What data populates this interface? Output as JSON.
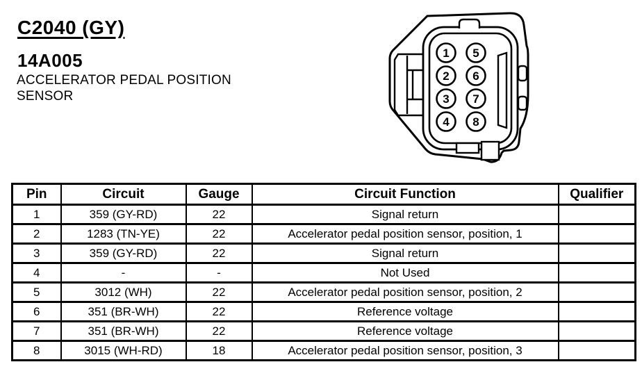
{
  "header": {
    "connector_id": "C2040 (GY)",
    "part_number": "14A005",
    "description_line1": "ACCELERATOR PEDAL POSITION",
    "description_line2": "SENSOR"
  },
  "connector": {
    "pin_count": 8,
    "pins": [
      "1",
      "2",
      "3",
      "4",
      "5",
      "6",
      "7",
      "8"
    ]
  },
  "table": {
    "columns": [
      "Pin",
      "Circuit",
      "Gauge",
      "Circuit Function",
      "Qualifier"
    ],
    "rows": [
      {
        "pin": "1",
        "circuit": "359 (GY-RD)",
        "gauge": "22",
        "function": "Signal return",
        "qualifier": ""
      },
      {
        "pin": "2",
        "circuit": "1283 (TN-YE)",
        "gauge": "22",
        "function": "Accelerator pedal position sensor, position, 1",
        "qualifier": ""
      },
      {
        "pin": "3",
        "circuit": "359 (GY-RD)",
        "gauge": "22",
        "function": "Signal return",
        "qualifier": ""
      },
      {
        "pin": "4",
        "circuit": "-",
        "gauge": "-",
        "function": "Not Used",
        "qualifier": ""
      },
      {
        "pin": "5",
        "circuit": "3012 (WH)",
        "gauge": "22",
        "function": "Accelerator pedal position sensor, position, 2",
        "qualifier": ""
      },
      {
        "pin": "6",
        "circuit": "351 (BR-WH)",
        "gauge": "22",
        "function": "Reference voltage",
        "qualifier": ""
      },
      {
        "pin": "7",
        "circuit": "351 (BR-WH)",
        "gauge": "22",
        "function": "Reference voltage",
        "qualifier": ""
      },
      {
        "pin": "8",
        "circuit": "3015 (WH-RD)",
        "gauge": "18",
        "function": "Accelerator pedal position sensor, position, 3",
        "qualifier": ""
      }
    ]
  },
  "colors": {
    "ink": "#000000",
    "paper": "#ffffff"
  }
}
